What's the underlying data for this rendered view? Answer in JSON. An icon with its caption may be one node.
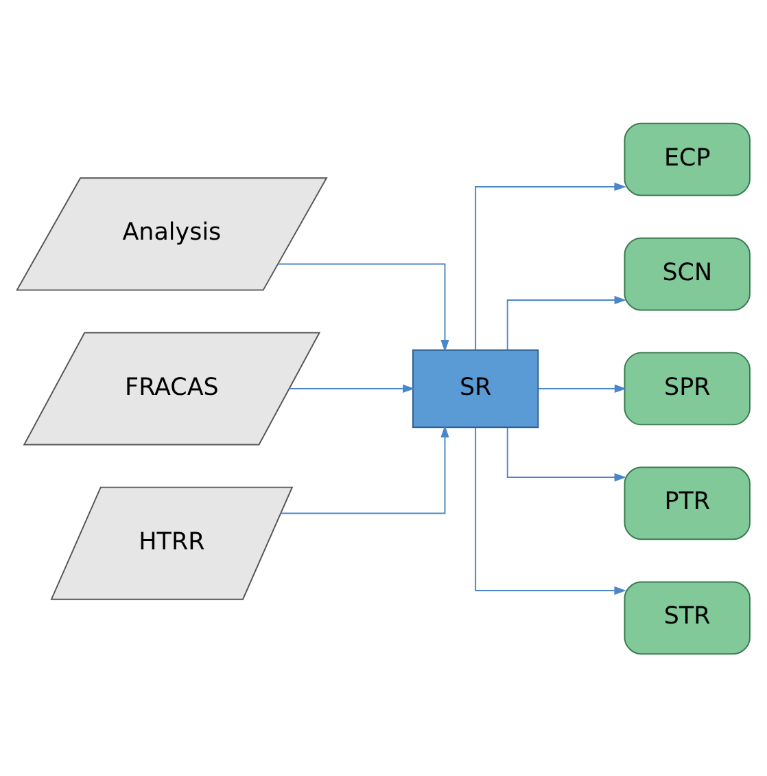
{
  "diagram": {
    "nodes": [
      {
        "text": [
          "Analysis"
        ]
      },
      {
        "text": [
          "FRACAS"
        ]
      },
      {
        "text": [
          "HTRR"
        ]
      },
      {
        "text": [
          "SR"
        ]
      },
      {
        "text": [
          "ECP"
        ]
      },
      {
        "text": [
          "SCN"
        ]
      },
      {
        "text": [
          "SPR"
        ]
      },
      {
        "text": [
          "PTR"
        ]
      },
      {
        "text": [
          "STR"
        ]
      }
    ],
    "edges": [
      {
        "from": 0,
        "to": 3,
        "arrow": "to"
      },
      {
        "from": 1,
        "to": 3,
        "arrow": "to"
      },
      {
        "from": 2,
        "to": 3,
        "arrow": "to"
      },
      {
        "from": 3,
        "to": 4,
        "arrow": "to"
      },
      {
        "from": 3,
        "to": 5,
        "arrow": "to"
      },
      {
        "from": 3,
        "to": 6,
        "arrow": "to"
      },
      {
        "from": 3,
        "to": 7,
        "arrow": "to"
      },
      {
        "from": 3,
        "to": 8,
        "arrow": "to"
      }
    ]
  }
}
